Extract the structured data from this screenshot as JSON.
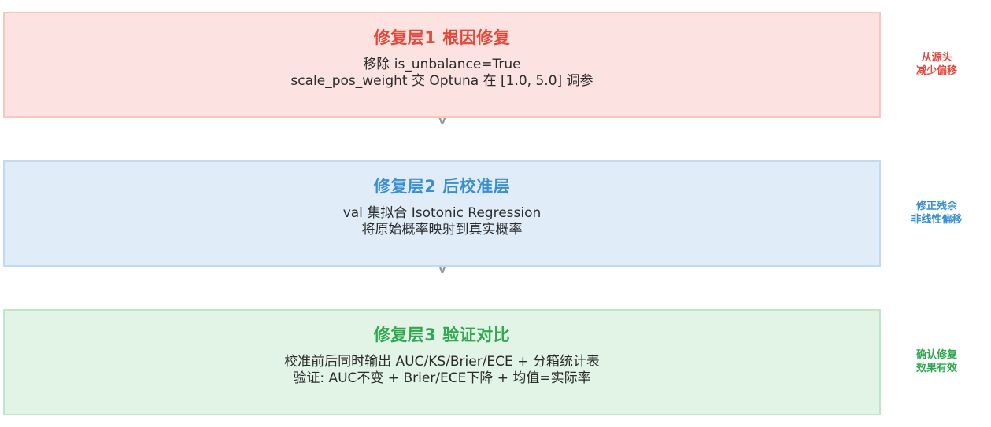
{
  "layers": [
    {
      "title": "修复层1  根因修复",
      "lines": [
        "移除 is_unbalance=True",
        "scale_pos_weight 交 Optuna 在 [1.0, 5.0] 调参"
      ],
      "note": [
        "从源头",
        "减少偏移"
      ],
      "color": "#e24a3b"
    },
    {
      "title": "修复层2  后校准层",
      "lines": [
        "val 集拟合 Isotonic Regression",
        "将原始概率映射到真实概率"
      ],
      "note": [
        "修正残余",
        "非线性偏移"
      ],
      "color": "#3a8fd0"
    },
    {
      "title": "修复层3  验证对比",
      "lines": [
        "校准前后同时输出 AUC/KS/Brier/ECE + 分箱统计表",
        "验证: AUC不变 + Brier/ECE下降 + 均值=实际率"
      ],
      "note": [
        "确认修复",
        "效果有效"
      ],
      "color": "#2fa84f"
    }
  ],
  "arrow_glyph": "v"
}
